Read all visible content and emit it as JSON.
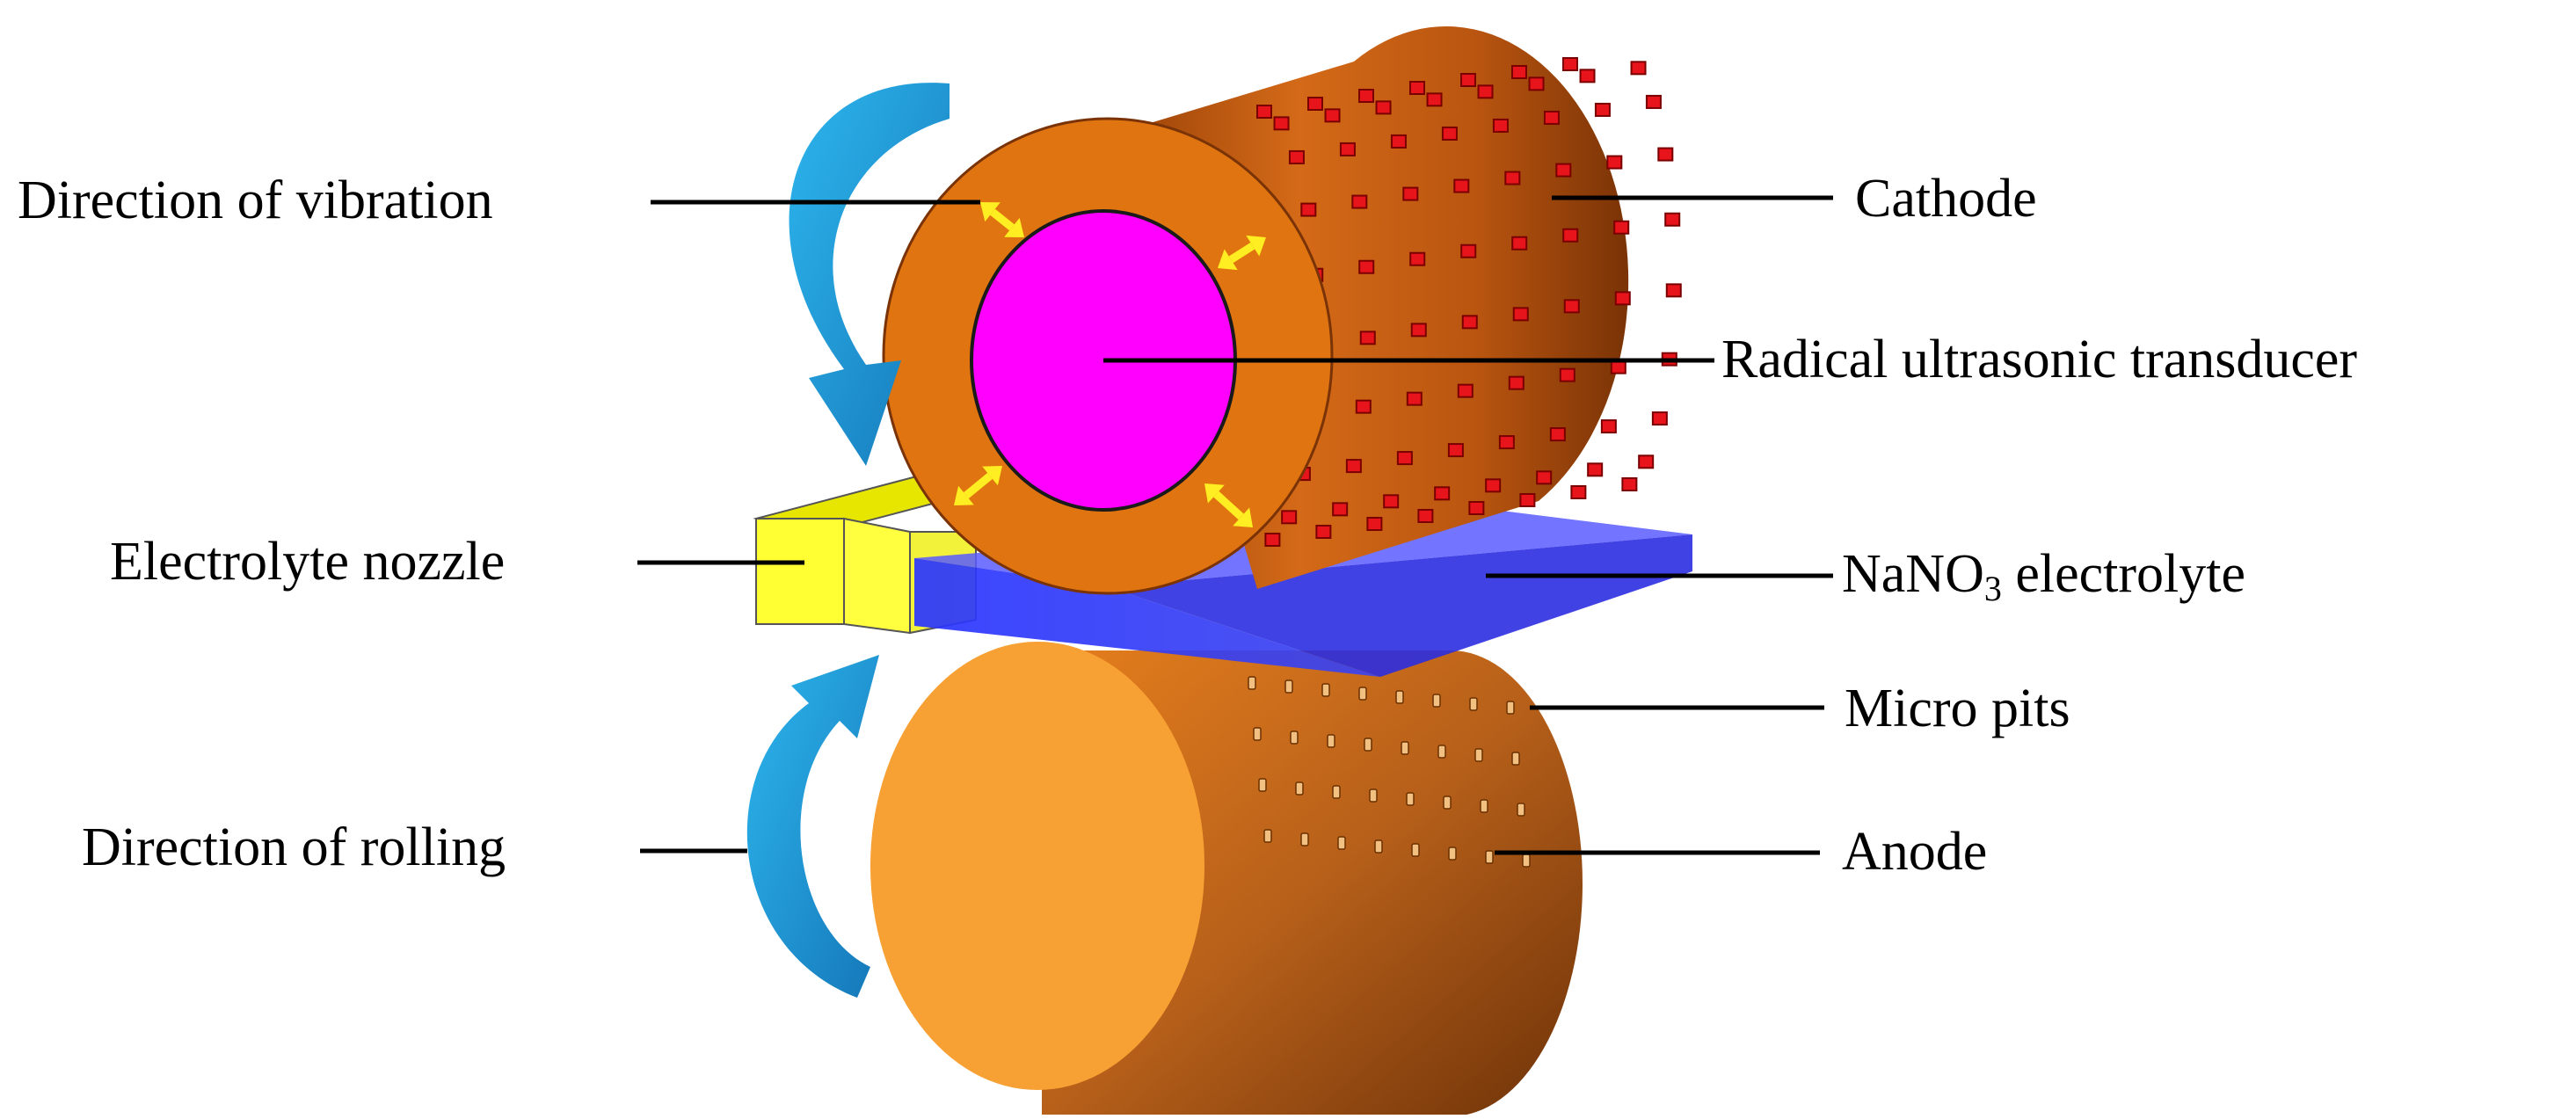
{
  "labels": {
    "vibration": "Direction of vibration",
    "cathode": "Cathode",
    "transducer": "Radical ultrasonic transducer",
    "nozzle": "Electrolyte nozzle",
    "electrolyte_prefix": "NaNO",
    "electrolyte_sub": "3",
    "electrolyte_suffix": " electrolyte",
    "micro_pits": "Micro pits",
    "rolling": "Direction of rolling",
    "anode": "Anode"
  },
  "colors": {
    "cathode_body": "#c25a10",
    "cathode_face": "#e07410",
    "transducer": "#ff00ff",
    "electrodes": "#e8141c",
    "vibration_arrows": "#ffee22",
    "anode_face": "#f7a033",
    "anode_body": "#c26618",
    "electrolyte": "#3b3cff",
    "nozzle": "#ffff33",
    "rotation_arrows": "#2aa8e6"
  }
}
